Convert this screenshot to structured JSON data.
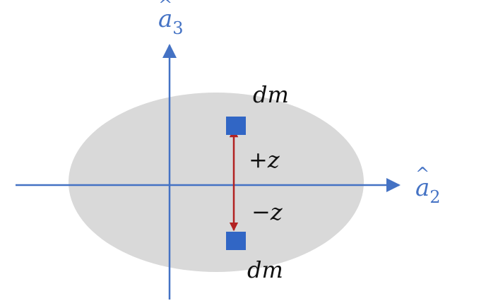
{
  "labels": {
    "axis_vertical": {
      "base": "a",
      "sub": "3"
    },
    "axis_horizontal": {
      "base": "a",
      "sub": "2"
    },
    "mass_top": "dm",
    "mass_bottom": "dm",
    "plus_z": "+z",
    "minus_z": "−z"
  },
  "colors": {
    "axis": "#4472c4",
    "ellipse_fill": "#d9d9d9",
    "mass_square": "#3166c5",
    "arrow": "#b22222",
    "text": "#111111"
  }
}
